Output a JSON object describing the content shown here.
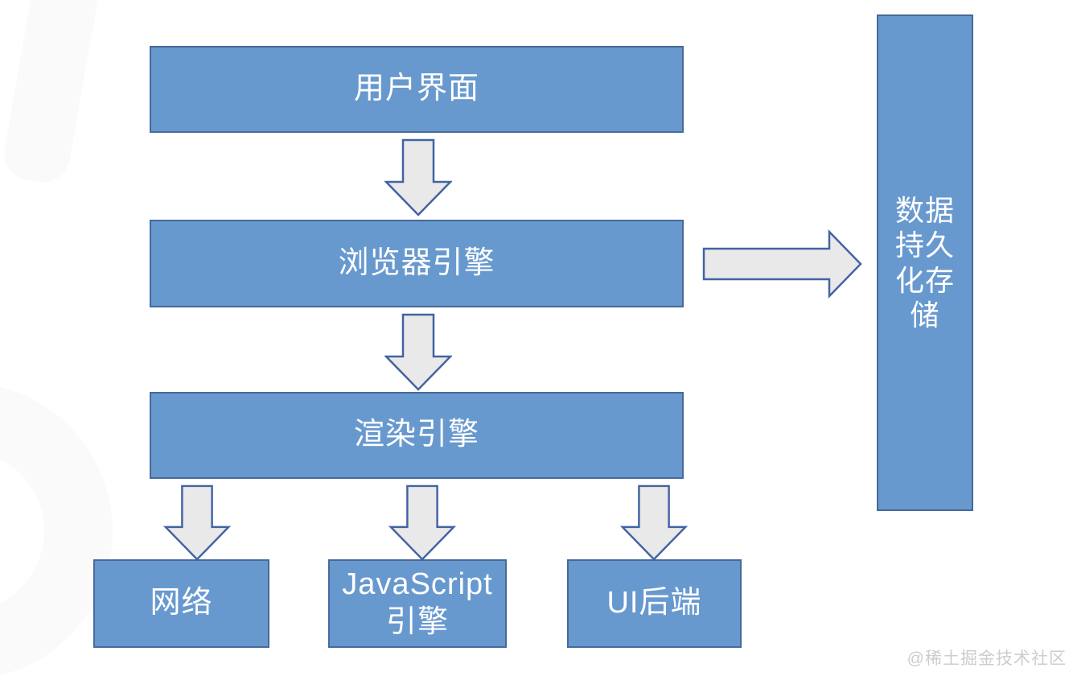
{
  "colors": {
    "box-fill": "#6899CE",
    "box-border": "#46699A",
    "box-text": "#FFFFFF",
    "arrow-fill": "#E9E9E9",
    "arrow-border": "#4363A3",
    "watermark-text": "#CDCDCD",
    "background-shape": "#FAFAFA"
  },
  "diagram": {
    "boxes": {
      "user_interface": "用户界面",
      "browser_engine": "浏览器引擎",
      "rendering_engine": "渲染引擎",
      "network": "网络",
      "javascript_engine": "JavaScript引擎",
      "ui_backend": "UI后端",
      "data_persistence": "数据持久化存储"
    },
    "icons": {
      "down_arrow": "block-arrow-down",
      "right_arrow": "block-arrow-right"
    }
  },
  "watermark": "@稀土掘金技术社区"
}
